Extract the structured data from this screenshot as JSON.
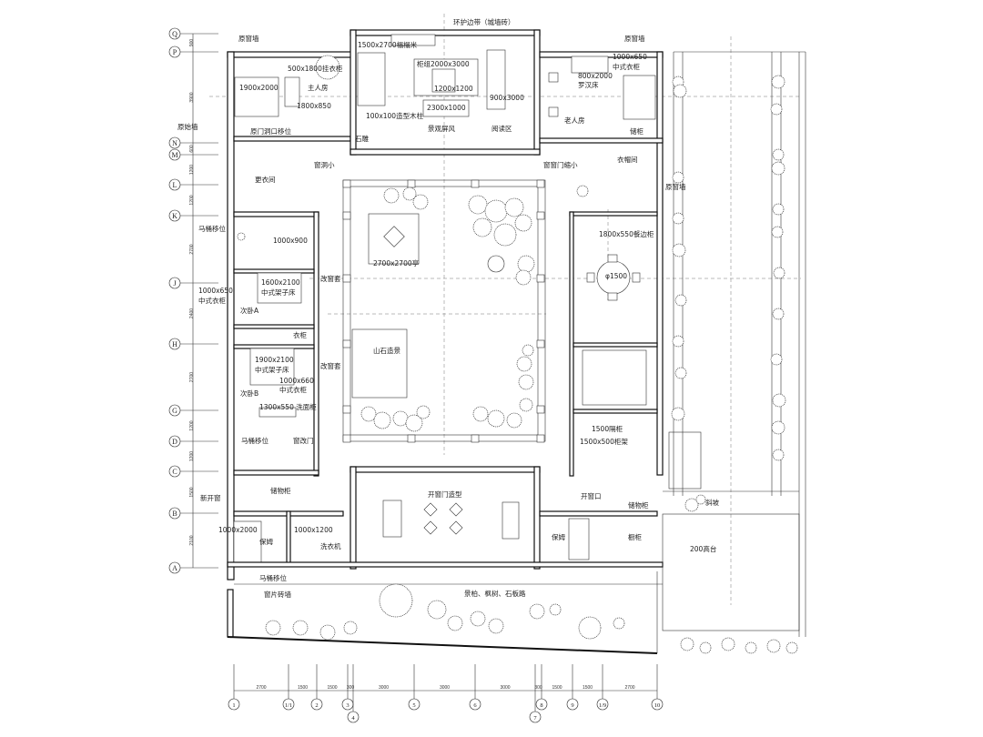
{
  "title": "环护边带（城墙砖）",
  "labels": [
    "环护边带（城墙砖）",
    "原窗墙",
    "原窗墙",
    "1500x2700榻榻米",
    "500x1800挂衣柜",
    "柜组2000x3000",
    "1900x2000",
    "主人房",
    "1200x1200",
    "900x3000",
    "1800x850",
    "2300x1000",
    "100x100造型木柱",
    "原始墙",
    "原门洞口移位",
    "石雕",
    "景观屏风",
    "阅读区",
    "老人房",
    "1000x650",
    "中式衣柜",
    "800x2000",
    "罗汉床",
    "储柜",
    "衣帽间",
    "窗洞小",
    "窗窗门缩小",
    "原窗墙",
    "更衣间",
    "马桶移位",
    "1000x900",
    "1600x2100",
    "中式架子床",
    "1000x650",
    "中式衣柜",
    "次卧A",
    "改窗套",
    "衣柜",
    "1900x2100",
    "中式架子床",
    "改窗套",
    "1000x660",
    "中式衣柜",
    "次卧B",
    "1300x550 洗面柜",
    "马桶移位",
    "窗改门",
    "储物柜",
    "新开窗",
    "1000x2000",
    "保姆",
    "1000x1200",
    "洗衣机",
    "马桶移位",
    "窗片砖墙",
    "2700x2700亭",
    "山石造景",
    "1800x550餐边柜",
    "φ1500",
    "1500隔柜",
    "1500x500柜架",
    "开窗门造型",
    "开窗口",
    "储物柜",
    "保姆",
    "橱柜",
    "斜坡",
    "200高台",
    "景柏、枫树、石板路"
  ],
  "axes_left": [
    {
      "id": "Q"
    },
    {
      "id": "P"
    },
    {
      "id": "N"
    },
    {
      "id": "M"
    },
    {
      "id": "L"
    },
    {
      "id": "K"
    },
    {
      "id": "J"
    },
    {
      "id": "H"
    },
    {
      "id": "G"
    },
    {
      "id": "D"
    },
    {
      "id": "C"
    },
    {
      "id": "B"
    },
    {
      "id": "A"
    }
  ],
  "dims_left": [
    "900",
    "3900",
    "600",
    "1200",
    "1200",
    "2700",
    "2400",
    "2700",
    "1200",
    "1200",
    "1500",
    "2100"
  ],
  "axes_bottom": [
    "1",
    "1/1",
    "2",
    "3",
    "4",
    "5",
    "6",
    "7",
    "8",
    "9",
    "1/9",
    "10"
  ],
  "dims_bottom": [
    "2700",
    "1500",
    "1500",
    "300",
    "3000",
    "3000",
    "3000",
    "300",
    "1500",
    "1500",
    "2700"
  ]
}
